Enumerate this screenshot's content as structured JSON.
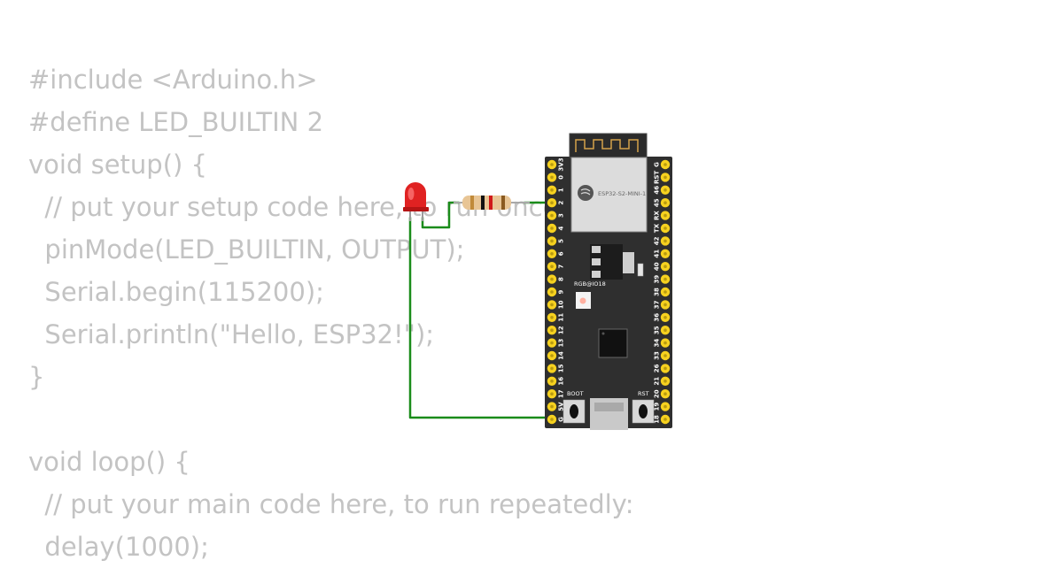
{
  "code": {
    "lines": [
      "#include <Arduino.h>",
      "#define LED_BUILTIN 2",
      "void setup() {",
      "  // put your setup code here, to run once:",
      "  pinMode(LED_BUILTIN, OUTPUT);",
      "  Serial.begin(115200);",
      "  Serial.println(\"Hello, ESP32!\");",
      "}",
      "",
      "void loop() {",
      "  // put your main code here, to run repeatedly:",
      "  delay(1000);"
    ]
  },
  "board": {
    "module_label": "ESP32-S2-MINI-1",
    "rgb_label": "RGB@IO18",
    "boot_label": "BOOT",
    "rst_label": "RST",
    "left_pins": [
      "3V3",
      "0",
      "1",
      "2",
      "3",
      "4",
      "5",
      "6",
      "7",
      "8",
      "9",
      "10",
      "11",
      "12",
      "13",
      "14",
      "15",
      "16",
      "17",
      "5V",
      "G"
    ],
    "right_pins": [
      "G",
      "RST",
      "46",
      "45",
      "RX",
      "TX",
      "42",
      "41",
      "40",
      "39",
      "38",
      "37",
      "36",
      "35",
      "34",
      "33",
      "26",
      "21",
      "20",
      "19",
      "18"
    ]
  },
  "colors": {
    "wire": "#1a8c1a",
    "board": "#2f2f2f",
    "pin": "#f6d11f",
    "led": "#e02222",
    "code_text": "#c3c3c3"
  }
}
